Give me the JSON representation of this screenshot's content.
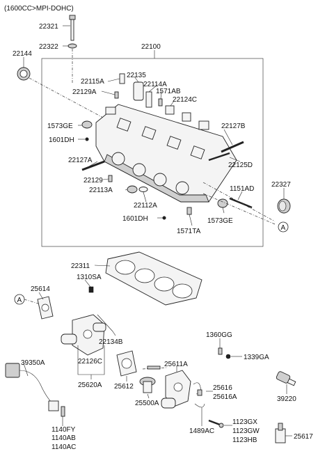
{
  "header": "(1600CC>MPI-DOHC)",
  "labels": {
    "l22321": "22321",
    "l22322": "22322",
    "l22144": "22144",
    "l22100": "22100",
    "l22115A": "22115A",
    "l22135": "22135",
    "l22114A": "22114A",
    "l22129A": "22129A",
    "l1571AB": "1571AB",
    "l22124C": "22124C",
    "l1573GE_top": "1573GE",
    "l22127B": "22127B",
    "l1601DH_top": "1601DH",
    "l22127A": "22127A",
    "l22125D": "22125D",
    "l22129": "22129",
    "l22113A": "22113A",
    "l1151AD": "1151AD",
    "l22327": "22327",
    "l22112A": "22112A",
    "l1601DH_bot": "1601DH",
    "l1573GE_bot": "1573GE",
    "l1571TA": "1571TA",
    "l22311": "22311",
    "l1310SA": "1310SA",
    "l25614": "25614",
    "l22134B": "22134B",
    "l1360GG": "1360GG",
    "l39350A": "39350A",
    "l22126C": "22126C",
    "l1339GA": "1339GA",
    "l25611A": "25611A",
    "l25620A": "25620A",
    "l25612": "25612",
    "l25616": "25616",
    "l25616A": "25616A",
    "l39220": "39220",
    "l25500A": "25500A",
    "l1140FY": "1140FY",
    "l1140AB": "1140AB",
    "l1140AC": "1140AC",
    "l1489AC": "1489AC",
    "l1123GX": "1123GX",
    "l1123GW": "1123GW",
    "l1123HB": "1123HB",
    "l25617": "25617"
  },
  "ref_markers": {
    "marker_right": "A",
    "marker_left": "A"
  }
}
